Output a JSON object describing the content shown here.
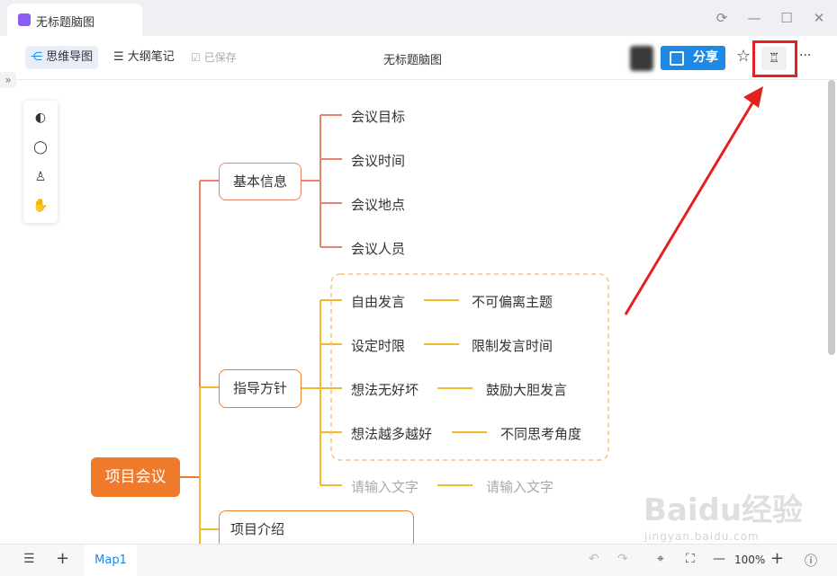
{
  "window": {
    "tab_title": "无标题脑图",
    "controls": [
      "refresh-icon",
      "minimize-icon",
      "maximize-icon",
      "close-icon"
    ]
  },
  "toolbar": {
    "mindmap_label": "思维导图",
    "outline_label": "大纲笔记",
    "saved_label": "已保存",
    "doc_title": "无标题脑图",
    "share_label": "分享",
    "more_label": "···"
  },
  "mindmap": {
    "root": "项目会议",
    "branches": [
      {
        "label": "基本信息",
        "children": [
          "会议目标",
          "会议时间",
          "会议地点",
          "会议人员"
        ]
      },
      {
        "label": "指导方针",
        "children": [
          {
            "text": "自由发言",
            "detail": "不可偏离主题"
          },
          {
            "text": "设定时限",
            "detail": "限制发言时间"
          },
          {
            "text": "想法无好坏",
            "detail": "鼓励大胆发言"
          },
          {
            "text": "想法越多越好",
            "detail": "不同思考角度"
          },
          {
            "text": "请输入文字",
            "detail": "请输入文字"
          }
        ]
      },
      {
        "label": "项目介绍",
        "children": []
      }
    ],
    "colors": {
      "root": "#ef7a2c",
      "branch1": "#e8826a",
      "branch2": "#f0b92f",
      "branch3": "#ef7a2c"
    }
  },
  "bottom": {
    "sheet_tab": "Map1",
    "zoom": "100%"
  },
  "watermark": {
    "main": "Baidu经验",
    "sub": "jingyan.baidu.com"
  }
}
